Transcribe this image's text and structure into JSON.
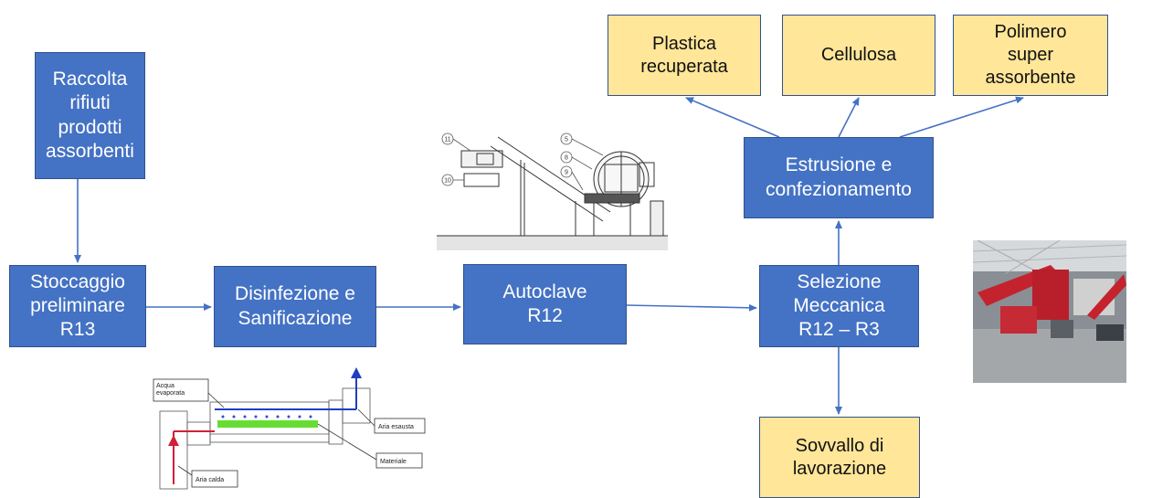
{
  "nodes": {
    "raccolta": "Raccolta\nrifiuti\nprodotti\nassorbenti",
    "stoccaggio": "Stoccaggio\npreliminare\nR13",
    "disinfezione": "Disinfezione e\nSanificazione",
    "autoclave": "Autoclave\nR12",
    "selezione": "Selezione\nMeccanica\nR12 – R3",
    "estrusione": "Estrusione e\nconfezionamento",
    "plastica": "Plastica\nrecuperata",
    "cellulosa": "Cellulosa",
    "polimero": "Polimero\nsuper\nassorbente",
    "sovvallo": "Sovvallo di\nlavorazione"
  },
  "sanitizer_diagram": {
    "acqua_evaporata": "Acqua\nevaporata",
    "aria_esausta": "Aria esausta",
    "materiale": "Materiale",
    "aria_calda": "Aria calda"
  },
  "autoclave_diagram": {
    "part_numbers": [
      "11",
      "10",
      "5",
      "8",
      "9"
    ]
  },
  "colors": {
    "process_box": "#4472c4",
    "output_box": "#ffe699",
    "arrow": "#4472c4"
  }
}
